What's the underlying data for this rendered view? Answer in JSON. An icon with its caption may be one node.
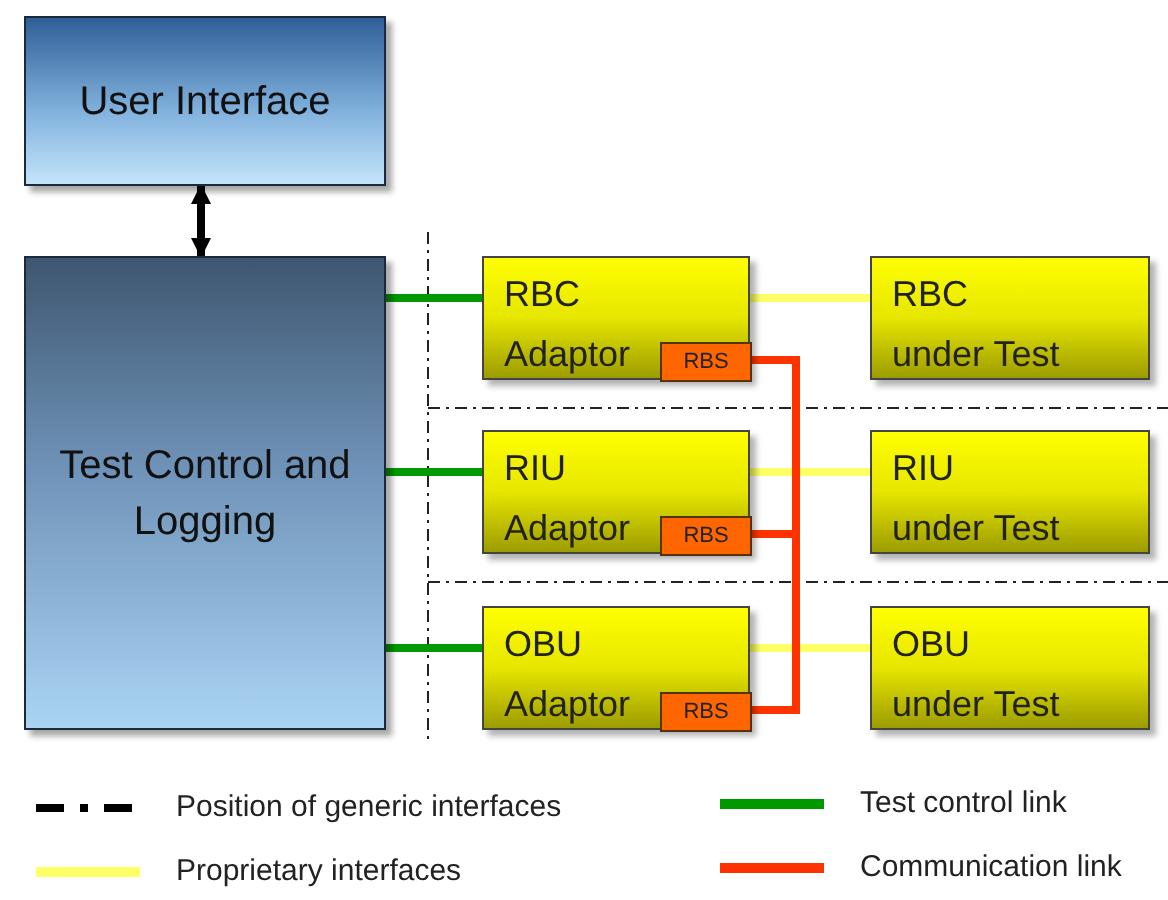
{
  "diagram": {
    "nodes": [
      {
        "text": [
          "User Interface"
        ]
      },
      {
        "text": [
          "Test Control and Logging"
        ]
      },
      {
        "text": [
          "RBC",
          "Adaptor"
        ]
      },
      {
        "text": [
          "RBS"
        ],
        "in": 2
      },
      {
        "text": [
          "RBC",
          "under Test"
        ]
      },
      {
        "text": [
          "RIU",
          "Adaptor"
        ]
      },
      {
        "text": [
          "RBS"
        ],
        "in": 5
      },
      {
        "text": [
          "RIU",
          "under Test"
        ]
      },
      {
        "text": [
          "OBU",
          "Adaptor"
        ]
      },
      {
        "text": [
          "RBS"
        ],
        "in": 8
      },
      {
        "text": [
          "OBU",
          "under Test"
        ]
      }
    ],
    "edges": [
      {
        "from": 0,
        "to": 1,
        "arrow": "both",
        "color": "#000000"
      },
      {
        "from": 1,
        "to": 2,
        "arrow": "none",
        "color": "#009900"
      },
      {
        "from": 1,
        "to": 5,
        "arrow": "none",
        "color": "#009900"
      },
      {
        "from": 1,
        "to": 8,
        "arrow": "none",
        "color": "#009900"
      },
      {
        "from": 2,
        "to": 4,
        "arrow": "none",
        "color": "#ffff66"
      },
      {
        "from": 5,
        "to": 7,
        "arrow": "none",
        "color": "#ffff66"
      },
      {
        "from": 8,
        "to": 10,
        "arrow": "none",
        "color": "#ffff66"
      },
      {
        "from": 3,
        "to": 6,
        "arrow": "none",
        "color": "#ff3300"
      },
      {
        "from": 6,
        "to": 9,
        "arrow": "none",
        "color": "#ff3300"
      }
    ],
    "legend": [
      {
        "text": "Position of generic interfaces"
      },
      {
        "text": "Test control link"
      },
      {
        "text": "Proprietary interfaces"
      },
      {
        "text": "Communication link"
      }
    ]
  }
}
